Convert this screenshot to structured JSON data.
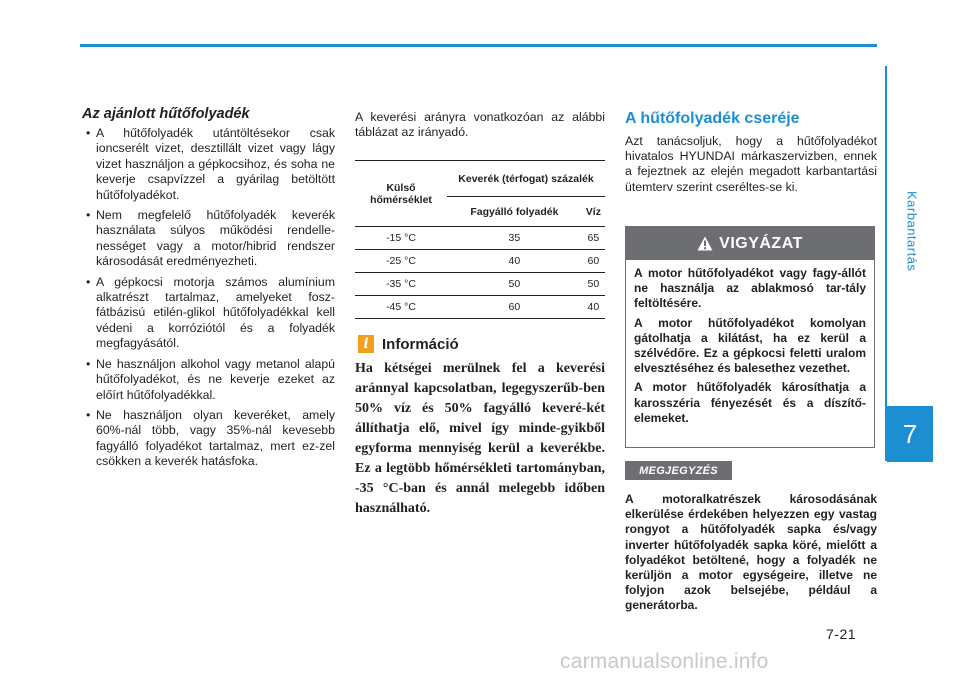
{
  "side_tab": {
    "label": "Karbantartás",
    "chapter": "7"
  },
  "page_number": "7-21",
  "recommended_coolant": {
    "title": "Az ajánlott hűtőfolyadék",
    "bullets": [
      "A hűtőfolyadék utántöltésekor csak ioncserélt vizet, desztillált vizet vagy lágy vizet használjon a gépkocsihoz, és soha ne keverje csapvízzel a gyárilag betöltött hűtőfolyadékot.",
      "Nem megfelelő hűtőfolyadék keverék használata súlyos működési rendelle-nességet vagy a motor/hibrid rendszer károsodását eredményezheti.",
      "A gépkocsi motorja számos alumínium alkatrészt tartalmaz, amelyeket fosz-fátbázisú etilén-glikol hűtőfolyadékkal kell védeni a korróziótól és a folyadék megfagyásától.",
      "Ne használjon alkohol vagy metanol alapú hűtőfolyadékot, és ne keverje ezeket az előírt hűtőfolyadékkal.",
      "Ne használjon olyan keveréket, amely 60%-nál több, vagy 35%-nál kevesebb fagyálló folyadékot tartalmaz, mert ez-zel csökken a keverék hatásfoka."
    ]
  },
  "mixing": {
    "intro": "A keverési arányra vonatkozóan az alábbi táblázat az irányadó.",
    "table": {
      "col_temp": "Külső hőmérséklet",
      "col_mix": "Keverék (térfogat) százalék",
      "col_antifreeze": "Fagyálló folyadék",
      "col_water": "Víz",
      "rows": [
        {
          "temp": "-15 °C",
          "antifreeze": "35",
          "water": "65"
        },
        {
          "temp": "-25 °C",
          "antifreeze": "40",
          "water": "60"
        },
        {
          "temp": "-35 °C",
          "antifreeze": "50",
          "water": "50"
        },
        {
          "temp": "-45 °C",
          "antifreeze": "60",
          "water": "40"
        }
      ]
    }
  },
  "information": {
    "icon": "i",
    "title": "Információ",
    "body": "Ha kétségei merülnek fel a keverési aránnyal kapcsolatban, legegyszerűb-ben 50% víz és 50% fagyálló keveré-két állíthatja elő, mivel így minde-gyikből egyforma mennyiség kerül a keverékbe. Ez a legtöbb hőmérsékleti tartományban, -35 °C-ban és annál melegebb időben használható."
  },
  "replacement": {
    "title": "A hűtőfolyadék cseréje",
    "body": "Azt tanácsoljuk, hogy a hűtőfolyadékot hivatalos HYUNDAI márkaszervizben, ennek a fejeztnek az elején megadott karbantartási ütemterv szerint cseréltes-se ki."
  },
  "warning": {
    "title": "VIGYÁZAT",
    "icon": "warning-triangle-icon",
    "paragraphs": [
      "A motor hűtőfolyadékot vagy fagy-állót ne használja az ablakmosó tar-tály feltöltésére.",
      "A motor hűtőfolyadékot komolyan gátolhatja a kilátást, ha ez kerül a szélvédőre. Ez a gépkocsi feletti uralom elvesztéséhez és balesethez vezethet.",
      "A motor hűtőfolyadék károsíthatja a karosszéria fényezését és a díszítő-elemeket."
    ]
  },
  "note": {
    "label": "MEGJEGYZÉS",
    "body": "A motoralkatrészek károsodásának elkerülése érdekében helyezzen egy vastag rongyot a hűtőfolyadék sapka és/vagy inverter hűtőfolyadék sapka köré, mielőtt a folyadékot betöltené, hogy a folyadék ne kerüljön a motor egységeire, illetve ne folyjon azok belsejébe, például a generátorba."
  },
  "watermark": "carmanualsonline.info",
  "colors": {
    "accent": "#1c8fd2",
    "warning_gray": "#6d6e71",
    "info_orange": "#f0a01e"
  }
}
